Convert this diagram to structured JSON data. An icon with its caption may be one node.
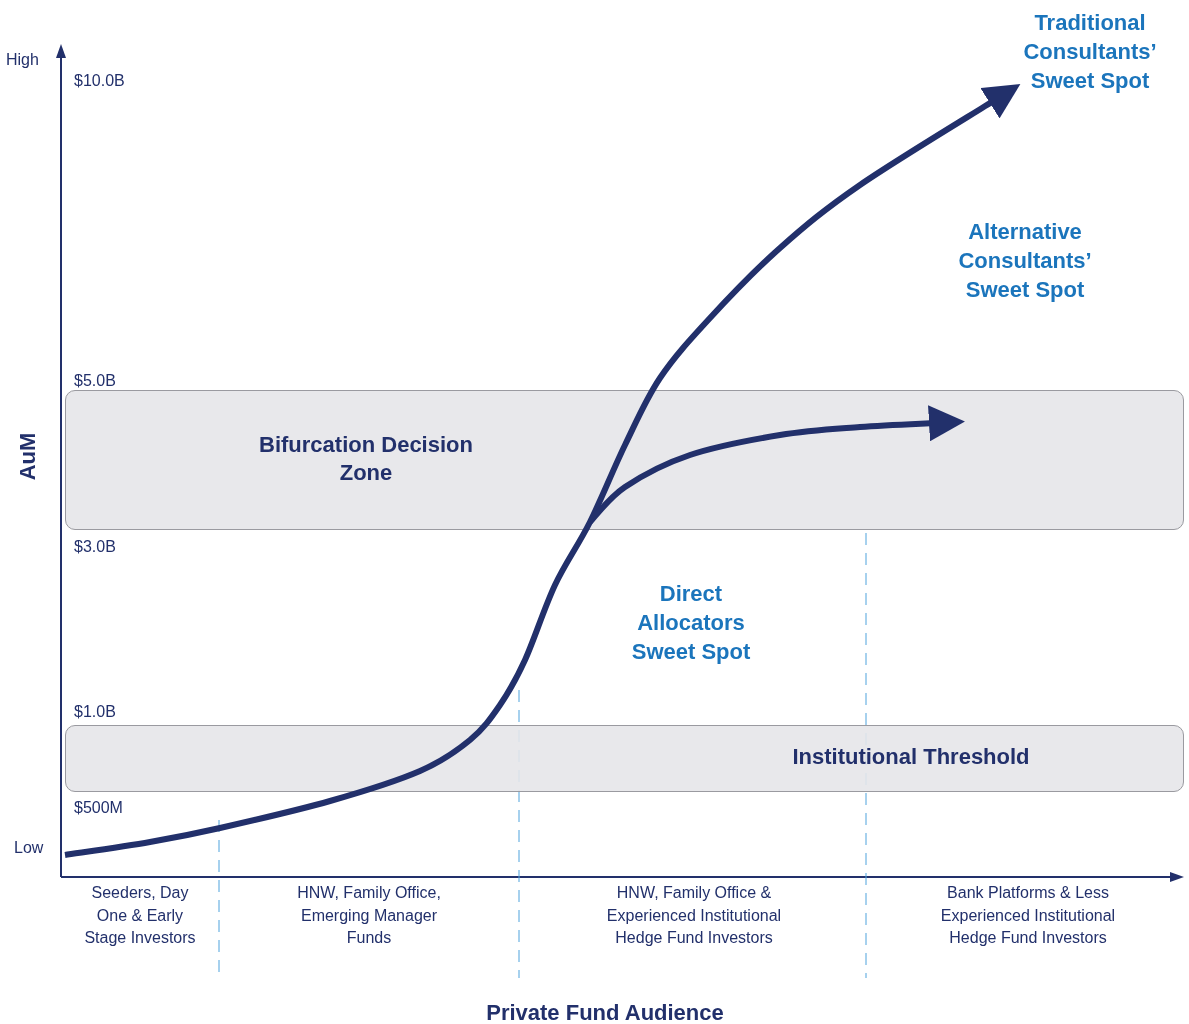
{
  "diagram": {
    "nodes": [
      {
        "text": [
          "Bifurcation Decision Zone"
        ]
      },
      {
        "text": [
          "Institutional Threshold"
        ]
      }
    ],
    "labels": [
      "High",
      "$10.0B",
      "Traditional Consultants’ Sweet Spot",
      "Alternative Consultants’ Sweet Spot",
      "$5.0B",
      "AuM",
      "$3.0B",
      "Direct Allocators Sweet Spot",
      "$1.0B",
      "$500M",
      "Low",
      "Seeders, Day One & Early Stage Investors",
      "HNW, Family Office, Emerging Manager Funds",
      "HNW, Family Office & Experienced Institutional Hedge Fund Investors",
      "Bank Platforms & Less Experienced Institutional Hedge Fund Investors",
      "Private Fund Audience"
    ]
  }
}
